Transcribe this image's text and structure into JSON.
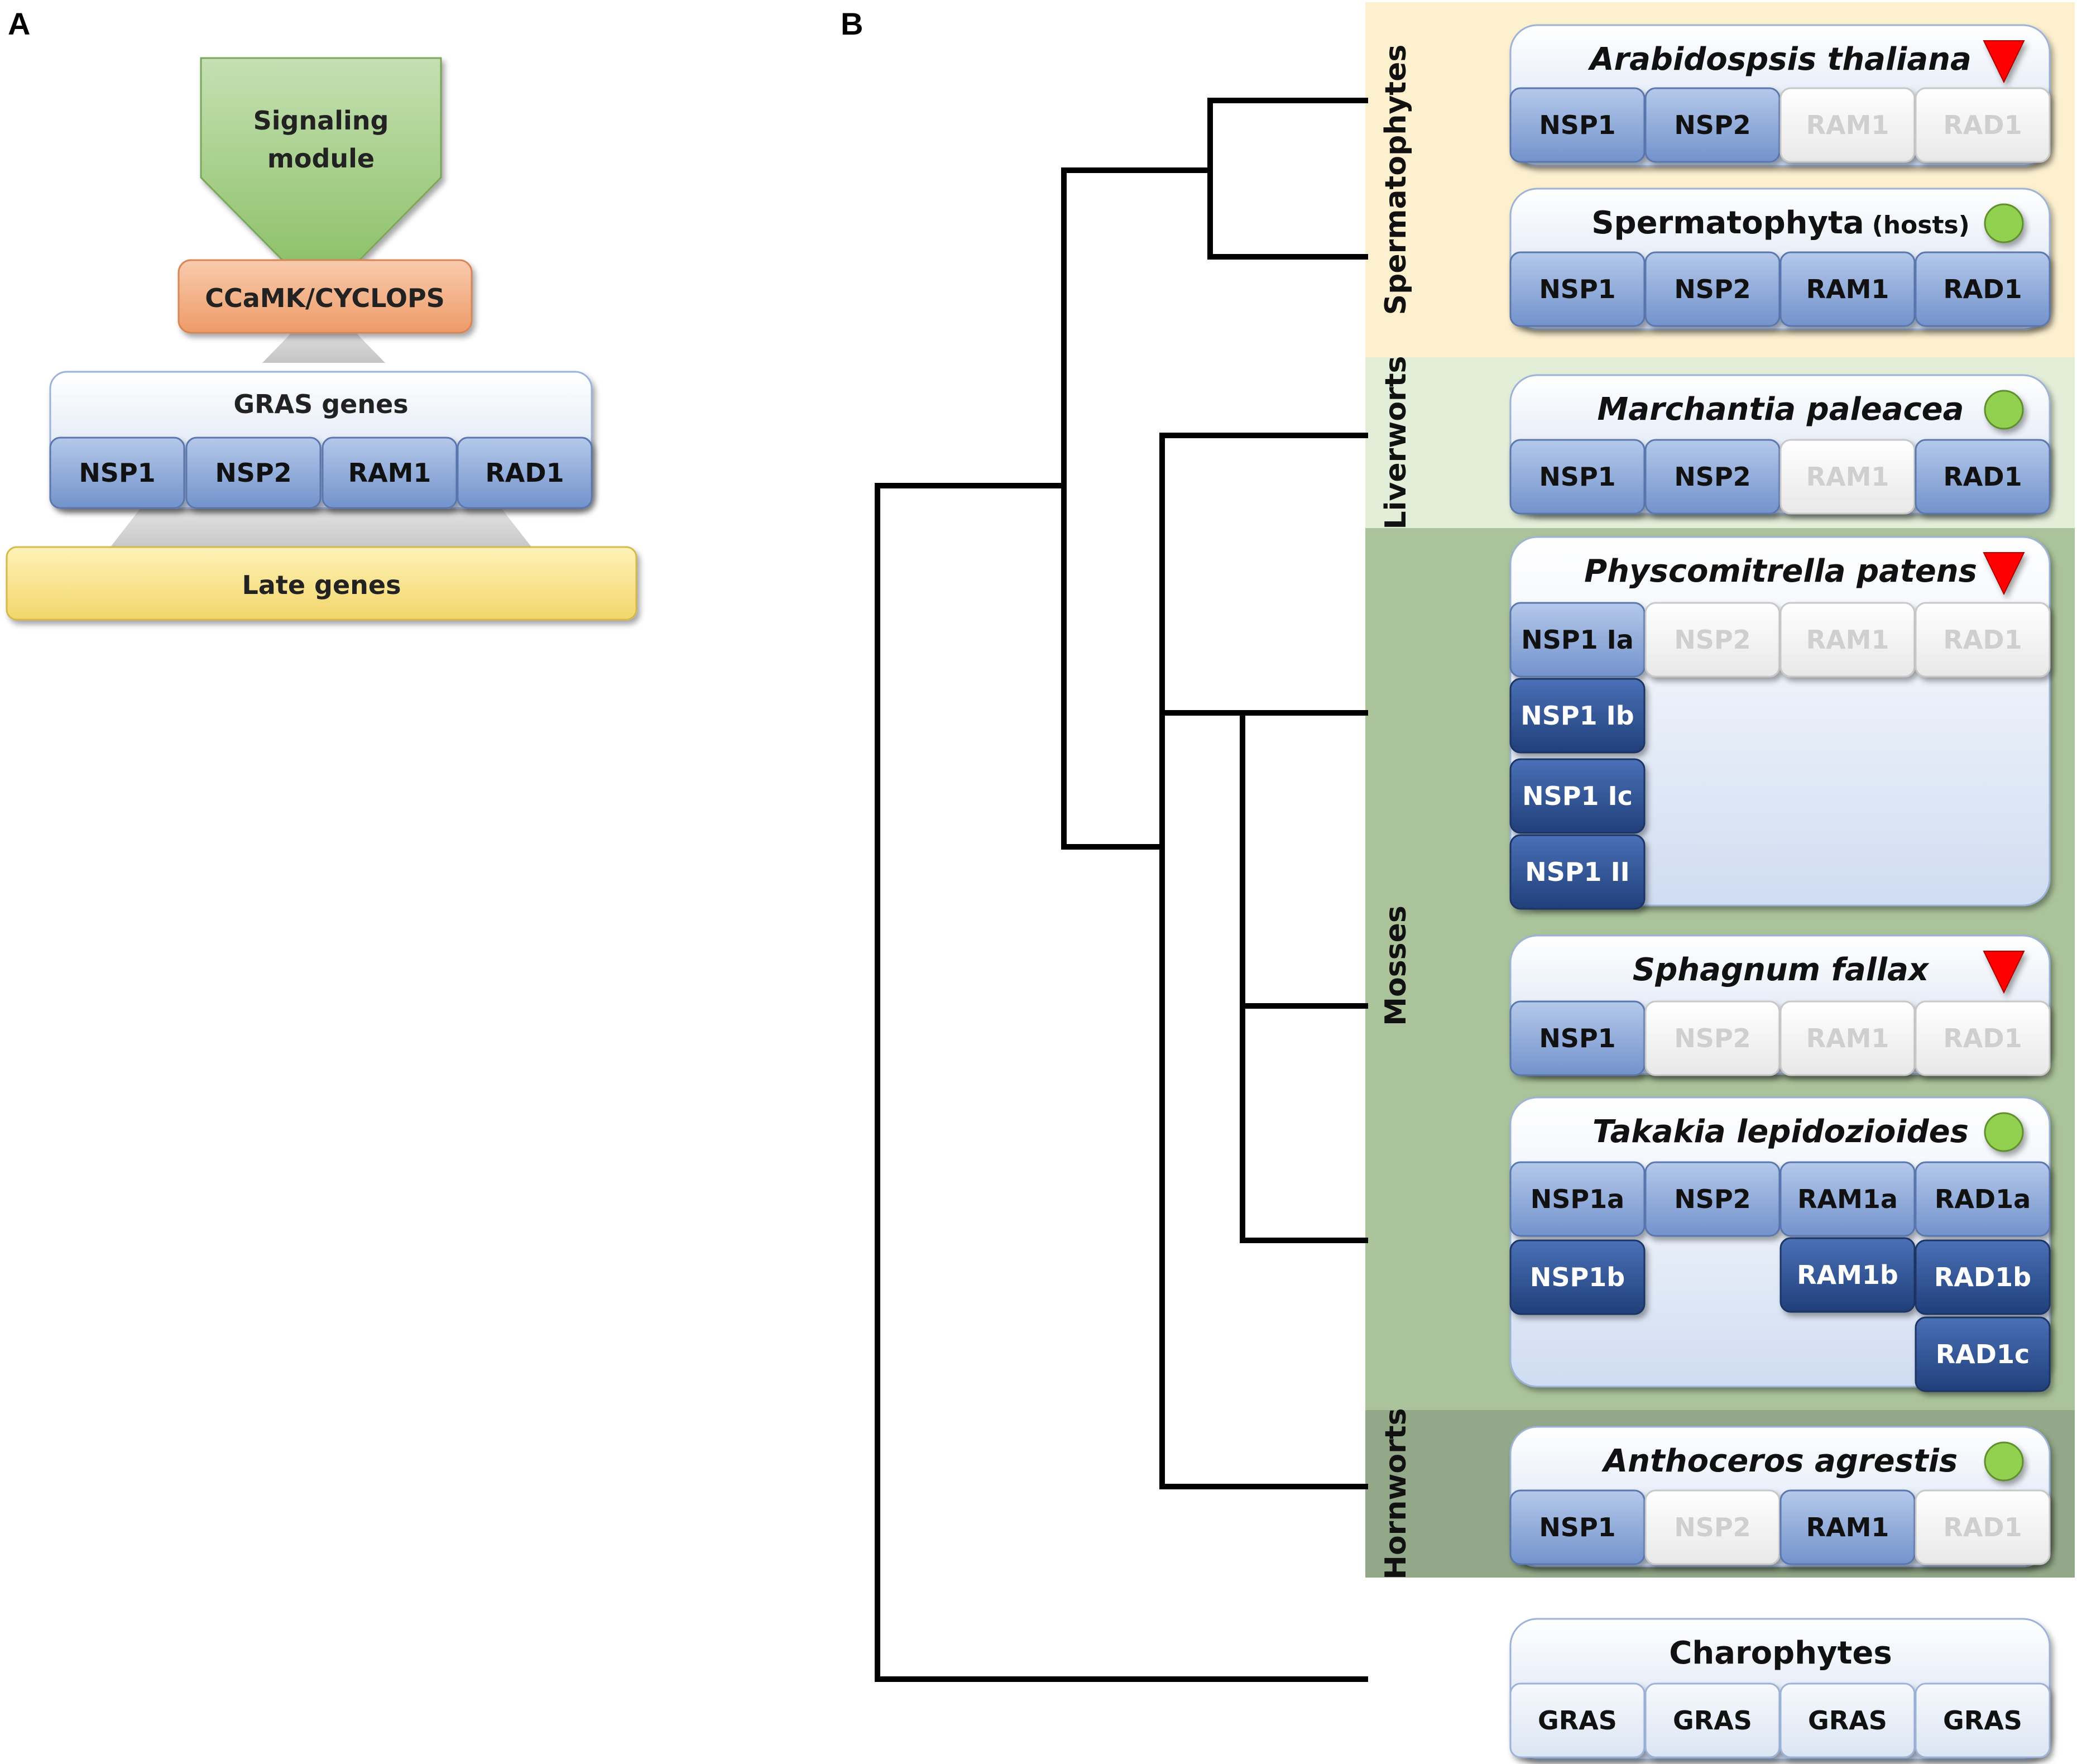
{
  "panel_a": {
    "label": "A",
    "signaling": "Signaling module",
    "signaling_line1": "Signaling",
    "signaling_line2": "module",
    "ccamk": "CCaMK/CYCLOPS",
    "gras_title": "GRAS genes",
    "genes": [
      "NSP1",
      "NSP2",
      "RAM1",
      "RAD1"
    ],
    "late": "Late genes"
  },
  "panel_b": {
    "label": "B",
    "clades": [
      "Spermatophytes",
      "Liverworts",
      "Mosses",
      "Hornworts"
    ],
    "species": {
      "arabidopsis": {
        "name": "Arabidospsis thaliana",
        "status": "red-triangle-icon",
        "row1": [
          {
            "t": "NSP1",
            "s": "present"
          },
          {
            "t": "NSP2",
            "s": "present"
          },
          {
            "t": "RAM1",
            "s": "absent"
          },
          {
            "t": "RAD1",
            "s": "absent"
          }
        ]
      },
      "spermatophyta": {
        "name": "Spermatophyta",
        "suffix": "(hosts)",
        "status": "green-circle-icon",
        "row1": [
          {
            "t": "NSP1",
            "s": "present"
          },
          {
            "t": "NSP2",
            "s": "present"
          },
          {
            "t": "RAM1",
            "s": "present"
          },
          {
            "t": "RAD1",
            "s": "present"
          }
        ]
      },
      "marchantia": {
        "name": "Marchantia paleacea",
        "status": "green-circle-icon",
        "row1": [
          {
            "t": "NSP1",
            "s": "present"
          },
          {
            "t": "NSP2",
            "s": "present"
          },
          {
            "t": "RAM1",
            "s": "absent"
          },
          {
            "t": "RAD1",
            "s": "present"
          }
        ]
      },
      "physcomitrella": {
        "name": "Physcomitrella patens",
        "status": "red-triangle-icon",
        "row1": [
          {
            "t": "NSP1 Ia",
            "s": "present"
          },
          {
            "t": "NSP2",
            "s": "absent"
          },
          {
            "t": "RAM1",
            "s": "absent"
          },
          {
            "t": "RAD1",
            "s": "absent"
          }
        ],
        "extra": [
          "NSP1 Ib",
          "NSP1 Ic",
          "NSP1 II"
        ]
      },
      "sphagnum": {
        "name": "Sphagnum fallax",
        "status": "red-triangle-icon",
        "row1": [
          {
            "t": "NSP1",
            "s": "present"
          },
          {
            "t": "NSP2",
            "s": "absent"
          },
          {
            "t": "RAM1",
            "s": "absent"
          },
          {
            "t": "RAD1",
            "s": "absent"
          }
        ]
      },
      "takakia": {
        "name": "Takakia lepidozioides",
        "status": "green-circle-icon",
        "row1": [
          {
            "t": "NSP1a",
            "s": "present"
          },
          {
            "t": "NSP2",
            "s": "present"
          },
          {
            "t": "RAM1a",
            "s": "present"
          },
          {
            "t": "RAD1a",
            "s": "present"
          }
        ],
        "extra": [
          "NSP1b",
          "RAM1b",
          "RAD1b",
          "RAD1c"
        ]
      },
      "anthoceros": {
        "name": "Anthoceros agrestis",
        "status": "green-circle-icon",
        "row1": [
          {
            "t": "NSP1",
            "s": "present"
          },
          {
            "t": "NSP2",
            "s": "absent"
          },
          {
            "t": "RAM1",
            "s": "present"
          },
          {
            "t": "RAD1",
            "s": "absent"
          }
        ]
      },
      "charophytes": {
        "name": "Charophytes",
        "row1": [
          {
            "t": "GRAS",
            "s": "neutral"
          },
          {
            "t": "GRAS",
            "s": "neutral"
          },
          {
            "t": "GRAS",
            "s": "neutral"
          },
          {
            "t": "GRAS",
            "s": "neutral"
          }
        ]
      }
    }
  },
  "colors": {
    "gene_present": "#8eaadb",
    "gene_extra": "#2f5597",
    "gene_absent_text": "#d0d0d0",
    "box_header": "#dbe5f5",
    "spermatophytes_bg": "#fdf0cf",
    "liverworts_bg": "#e2eed8",
    "mosses_bg": "#aac39a",
    "hornworts_bg": "#92a888",
    "signaling": "#a8d08d",
    "ccamk": "#f4b183",
    "late": "#ffe699",
    "red": "#ff0000",
    "green": "#92d050"
  }
}
